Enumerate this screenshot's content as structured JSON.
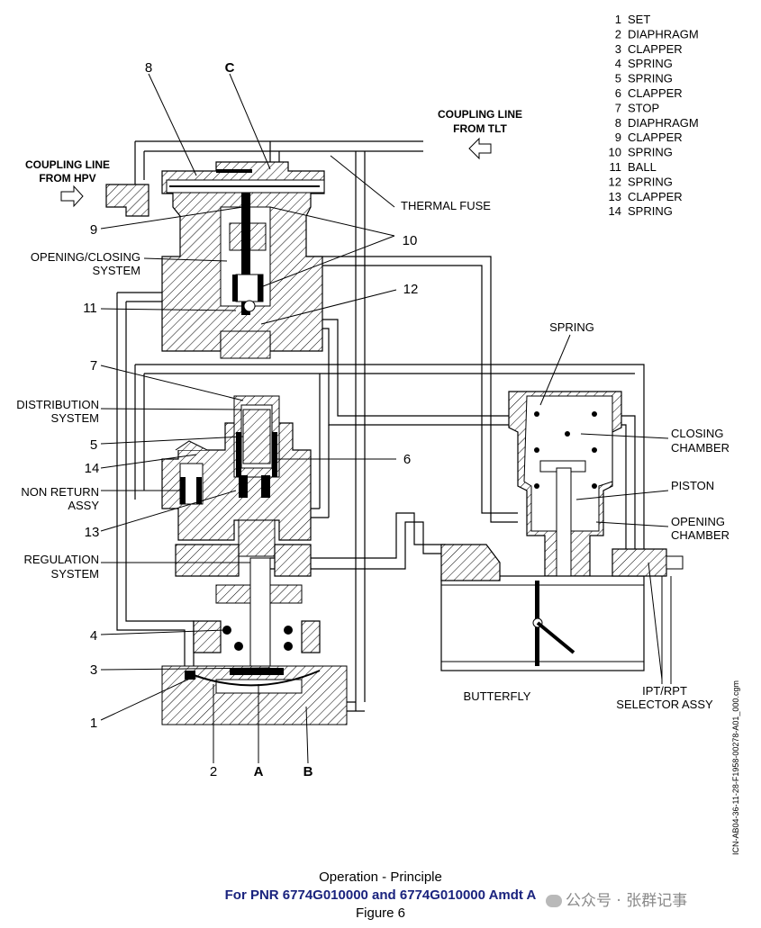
{
  "legend": [
    {
      "num": "1",
      "name": "SET"
    },
    {
      "num": "2",
      "name": "DIAPHRAGM"
    },
    {
      "num": "3",
      "name": "CLAPPER"
    },
    {
      "num": "4",
      "name": "SPRING"
    },
    {
      "num": "5",
      "name": "SPRING"
    },
    {
      "num": "6",
      "name": "CLAPPER"
    },
    {
      "num": "7",
      "name": "STOP"
    },
    {
      "num": "8",
      "name": "DIAPHRAGM"
    },
    {
      "num": "9",
      "name": "CLAPPER"
    },
    {
      "num": "10",
      "name": "SPRING"
    },
    {
      "num": "11",
      "name": "BALL"
    },
    {
      "num": "12",
      "name": "SPRING"
    },
    {
      "num": "13",
      "name": "CLAPPER"
    },
    {
      "num": "14",
      "name": "SPRING"
    }
  ],
  "labels": {
    "coupling_hpv_1": "COUPLING LINE",
    "coupling_hpv_2": "FROM HPV",
    "coupling_tlt_1": "COUPLING LINE",
    "coupling_tlt_2": "FROM TLT",
    "thermal_fuse": "THERMAL FUSE",
    "opening_closing_1": "OPENING/CLOSING",
    "opening_closing_2": "SYSTEM",
    "distribution_1": "DISTRIBUTION",
    "distribution_2": "SYSTEM",
    "non_return_1": "NON RETURN",
    "non_return_2": "ASSY",
    "regulation_1": "REGULATION",
    "regulation_2": "SYSTEM",
    "spring": "SPRING",
    "closing_1": "CLOSING",
    "closing_2": "CHAMBER",
    "piston": "PISTON",
    "opening_1": "OPENING",
    "opening_2": "CHAMBER",
    "butterfly": "BUTTERFLY",
    "ipt_1": "IPT/RPT",
    "ipt_2": "SELECTOR ASSY"
  },
  "callouts": {
    "c8": "8",
    "cC": "C",
    "c9": "9",
    "c10": "10",
    "c11": "11",
    "c12": "12",
    "c7": "7",
    "c5": "5",
    "c14": "14",
    "c13": "13",
    "c6": "6",
    "c4": "4",
    "c3": "3",
    "c1": "1",
    "c2": "2",
    "cA": "A",
    "cB": "B"
  },
  "caption": {
    "line1": "Operation - Principle",
    "line2": "For PNR 6774G010000 and 6774G010000 Amdt A",
    "line3": "Figure 6"
  },
  "icn": "ICN-AB04-36-11-28-F1958-00278-A01_000.cgm",
  "watermark": "公众号 · 张群记事"
}
